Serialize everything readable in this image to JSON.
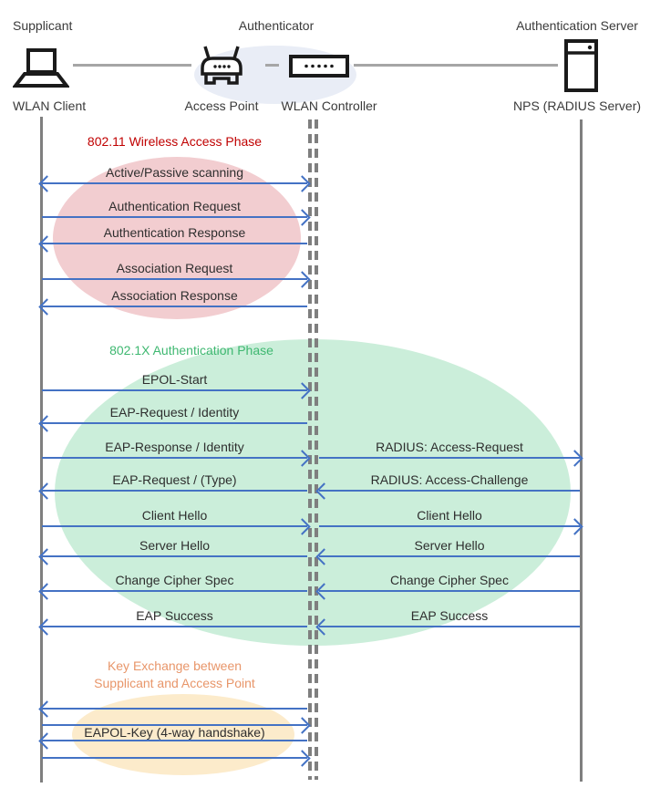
{
  "colors": {
    "arrow": "#4472C4",
    "lifeline": "#7F7F7F",
    "phase1_title": "#C00000",
    "phase1_fill": "#F2CDD0",
    "phase2_title": "#3FB871",
    "phase2_fill": "#CBEEDA",
    "phase3_title": "#E8966A",
    "phase3_fill": "#FCEBCB",
    "authenticator_fill": "#E9EDF6"
  },
  "actors": {
    "roles": [
      {
        "label": "Supplicant"
      },
      {
        "label": "Authenticator"
      },
      {
        "label": "Authentication Server"
      }
    ],
    "devices": [
      {
        "label": "WLAN Client",
        "icon": "laptop-icon"
      },
      {
        "label": "Access Point",
        "icon": "access-point-icon"
      },
      {
        "label": "WLAN Controller",
        "icon": "wlan-controller-icon"
      },
      {
        "label": "NPS (RADIUS Server)",
        "icon": "server-icon"
      }
    ]
  },
  "phases": [
    {
      "title": "802.11 Wireless Access Phase"
    },
    {
      "title": "802.1X Authentication Phase"
    },
    {
      "title_line1": "Key Exchange between",
      "title_line2": "Supplicant and Access Point"
    }
  ],
  "messages_left": [
    {
      "label": "Active/Passive scanning",
      "direction": "both"
    },
    {
      "label": "Authentication Request",
      "direction": "right"
    },
    {
      "label": "Authentication Response",
      "direction": "left"
    },
    {
      "label": "Association Request",
      "direction": "right"
    },
    {
      "label": "Association Response",
      "direction": "left"
    },
    {
      "label": "EPOL-Start",
      "direction": "right"
    },
    {
      "label": "EAP-Request / Identity",
      "direction": "left"
    },
    {
      "label": "EAP-Response / Identity",
      "direction": "right"
    },
    {
      "label": "EAP-Request / (Type)",
      "direction": "left"
    },
    {
      "label": "Client Hello",
      "direction": "right"
    },
    {
      "label": "Server Hello",
      "direction": "left"
    },
    {
      "label": "Change Cipher Spec",
      "direction": "left"
    },
    {
      "label": "EAP Success",
      "direction": "left"
    }
  ],
  "messages_right": [
    {
      "label": "RADIUS: Access-Request",
      "direction": "right"
    },
    {
      "label": "RADIUS: Access-Challenge",
      "direction": "left"
    },
    {
      "label": "Client Hello",
      "direction": "right"
    },
    {
      "label": "Server Hello",
      "direction": "left"
    },
    {
      "label": "Change Cipher Spec",
      "direction": "left"
    },
    {
      "label": "EAP Success",
      "direction": "left"
    }
  ],
  "key_exchange": {
    "label": "EAPOL-Key (4-way handshake)",
    "arrows": [
      "left",
      "right",
      "left",
      "right"
    ]
  }
}
